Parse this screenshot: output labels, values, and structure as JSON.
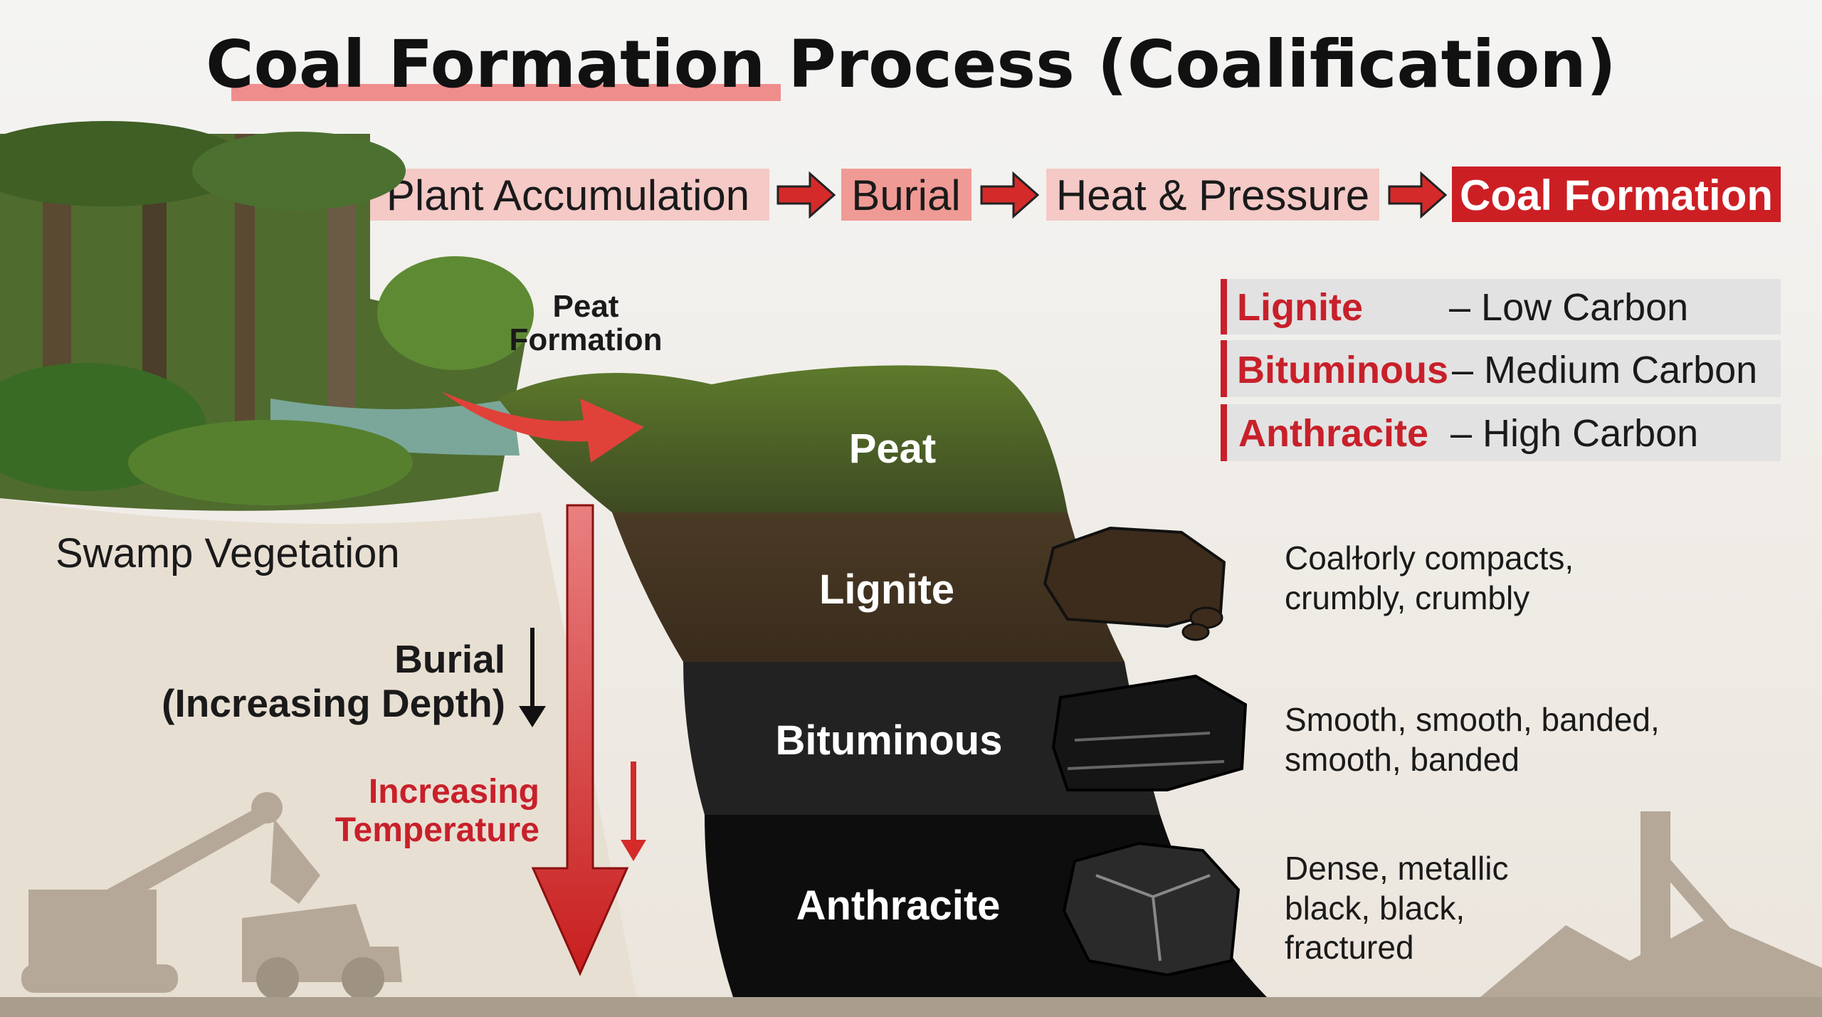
{
  "title": "Coal Formation Process (Coalification)",
  "colors": {
    "accent_red": "#d42a2a",
    "pink_box": "#f4c9c6",
    "legend_bg": "#e2e2e2",
    "ground": "#a99d8d"
  },
  "flow": {
    "steps": [
      "Plant Accumulation",
      "Burial",
      "Heat & Pressure",
      "Coal Formation"
    ],
    "arrow_icon": "right-arrow-icon"
  },
  "legend": [
    {
      "name": "Lignite",
      "desc": "– Low Carbon"
    },
    {
      "name": "Bituminous",
      "desc": "– Medium Carbon"
    },
    {
      "name": "Anthracite",
      "desc": "– High Carbon"
    }
  ],
  "labels": {
    "swamp": "Swamp Vegetation",
    "peat_formation": [
      "Peat",
      "Formation"
    ],
    "burial": "Burial",
    "burial_sub": "(Increasing Depth)",
    "temperature": [
      "Increasing",
      "Temperature"
    ]
  },
  "layers": [
    "Peat",
    "Lignite",
    "Bituminous",
    "Anthracite"
  ],
  "descriptions": [
    [
      "Coalɫorly compacts,",
      "crumbly, crumbly"
    ],
    [
      "Smooth, smooth, banded,",
      "smooth, banded"
    ],
    [
      "Dense, metallic",
      "black, black,",
      "fractured"
    ]
  ]
}
